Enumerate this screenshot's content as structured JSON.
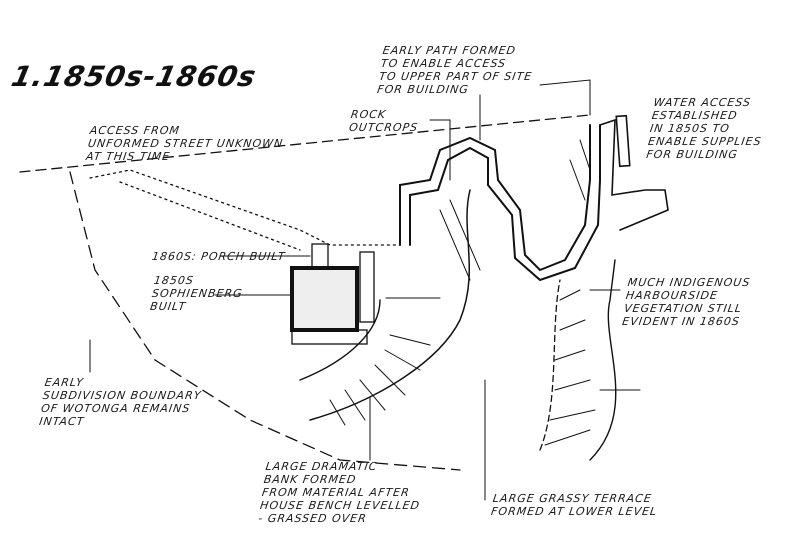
{
  "title": "1.1850s-1860s",
  "labels": {
    "early_path": "EARLY PATH FORMED\nTO ENABLE ACCESS\nTO UPPER PART OF SITE\nFOR BUILDING",
    "water_access": "WATER ACCESS\nESTABLISHED\nIN 1850s TO\nENABLE SUPPLIES\nFOR BUILDING",
    "access_street": "ACCESS FROM\nUNFORMED STREET UNKNOWN\nAT THIS TIME",
    "rock_outcrops": "ROCK\nOUTCROPS",
    "porch": "1860s: PORCH BUILT",
    "sophienberg": "1850s\nSOPHIENBERG\nBUILT",
    "vegetation": "MUCH INDIGENOUS\nHARBOURSIDE\nVEGETATION STILL\nEVIDENT IN 1860s",
    "subdivision": "EARLY\nSUBDIVISION BOUNDARY\nOF WOTONGA REMAINS\nINTACT",
    "bank": "LARGE DRAMATIC\nBANK FORMED\nFROM MATERIAL AFTER\nHOUSE BENCH LEVELLED\n- GRASSED OVER",
    "terrace": "LARGE GRASSY TERRACE\nFORMED AT LOWER LEVEL"
  }
}
